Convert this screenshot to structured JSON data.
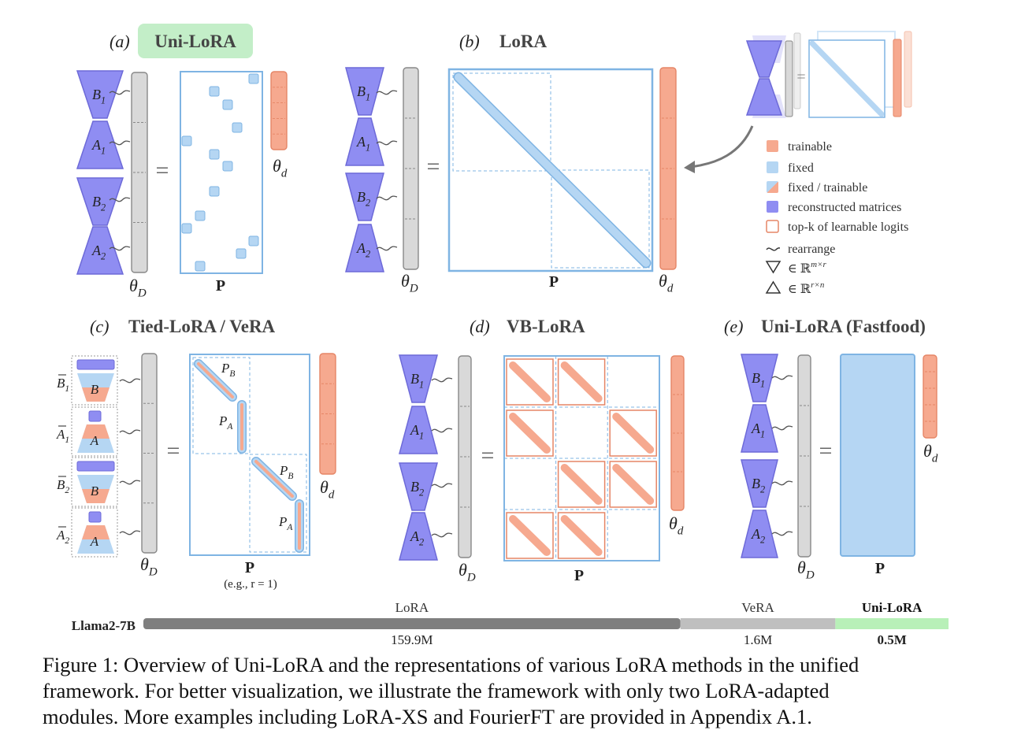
{
  "panels": {
    "a": {
      "tag": "(a)",
      "title": "Uni-LoRA"
    },
    "b": {
      "tag": "(b)",
      "title": "LoRA"
    },
    "c": {
      "tag": "(c)",
      "title": "Tied-LoRA / VeRA",
      "note": "(e.g., r = 1)"
    },
    "d": {
      "tag": "(d)",
      "title": "VB-LoRA"
    },
    "e": {
      "tag": "(e)",
      "title": "Uni-LoRA (Fastfood)"
    }
  },
  "symbols": {
    "B1": "B",
    "A1": "A",
    "B2": "B",
    "A2": "A",
    "sub1": "1",
    "sub2": "2",
    "theta": "θ",
    "sub_D": "D",
    "sub_d": "d",
    "P": "P",
    "PB": "P",
    "PA": "P",
    "sub_B": "B",
    "sub_A": "A",
    "equals": "="
  },
  "legend": [
    {
      "label": "trainable",
      "swatch": "trainable"
    },
    {
      "label": "fixed",
      "swatch": "fixed"
    },
    {
      "label": "fixed / trainable",
      "swatch": "mixed"
    },
    {
      "label": "reconstructed matrices",
      "swatch": "reconstructed"
    },
    {
      "label": "top-k of learnable logits",
      "swatch": "topk"
    },
    {
      "label": "rearrange",
      "swatch": "rearrange"
    },
    {
      "label": "∈ ℝ^{m×r}",
      "text_main": "∈ ℝ",
      "text_sup": "m×r",
      "swatch": "down-triangle"
    },
    {
      "label": "∈ ℝ^{r×n}",
      "text_main": "∈ ℝ",
      "text_sup": "r×n",
      "swatch": "up-triangle"
    }
  ],
  "bar": {
    "model": "Llama2-7B",
    "segments": [
      {
        "name": "LoRA",
        "value_label": "159.9M",
        "params_m": 159.9
      },
      {
        "name": "VeRA",
        "value_label": "1.6M",
        "params_m": 1.6
      },
      {
        "name": "Uni-LoRA",
        "value_label": "0.5M",
        "params_m": 0.5
      }
    ]
  },
  "caption": {
    "line1": "Figure 1: Overview of Uni-LoRA and the representations of various LoRA methods in the unified",
    "line2": "framework.  For better visualization, we illustrate the framework with only two LoRA-adapted",
    "line3": "modules. More examples including LoRA-XS and FourierFT are provided in Appendix A.1."
  },
  "colors": {
    "purple": "#8f8df2",
    "purple_stroke": "#6d6ad8",
    "trainable": "#f6a98f",
    "trainable_stroke": "#e58566",
    "fixed": "#b5d6f3",
    "fixed_stroke": "#7fb4e3",
    "gray": "#d9d9d9",
    "gray_stroke": "#888888",
    "green_badge": "#c3eec8",
    "bar_dark": "#7f7f7f",
    "bar_light": "#bfbfbf",
    "bar_green": "#b8f0b8"
  }
}
